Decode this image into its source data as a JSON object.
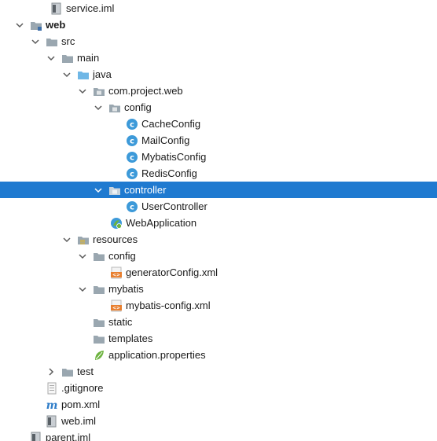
{
  "tree": {
    "items": [
      {
        "label": "service.iml",
        "icon": "iml-file-icon",
        "bold": false,
        "arrow": "none"
      },
      {
        "label": "web",
        "icon": "module-folder-icon",
        "bold": true,
        "arrow": "down"
      },
      {
        "label": "src",
        "icon": "folder-icon",
        "bold": false,
        "arrow": "down"
      },
      {
        "label": "main",
        "icon": "folder-icon",
        "bold": false,
        "arrow": "down"
      },
      {
        "label": "java",
        "icon": "source-folder-icon",
        "bold": false,
        "arrow": "down"
      },
      {
        "label": "com.project.web",
        "icon": "package-icon",
        "bold": false,
        "arrow": "down"
      },
      {
        "label": "config",
        "icon": "package-icon",
        "bold": false,
        "arrow": "down"
      },
      {
        "label": "CacheConfig",
        "icon": "class-icon",
        "bold": false,
        "arrow": "none"
      },
      {
        "label": "MailConfig",
        "icon": "class-icon",
        "bold": false,
        "arrow": "none"
      },
      {
        "label": "MybatisConfig",
        "icon": "class-icon",
        "bold": false,
        "arrow": "none"
      },
      {
        "label": "RedisConfig",
        "icon": "class-icon",
        "bold": false,
        "arrow": "none"
      },
      {
        "label": "controller",
        "icon": "package-icon",
        "bold": false,
        "arrow": "down",
        "selected": true
      },
      {
        "label": "UserController",
        "icon": "class-icon",
        "bold": false,
        "arrow": "none"
      },
      {
        "label": "WebApplication",
        "icon": "spring-boot-app-icon",
        "bold": false,
        "arrow": "none"
      },
      {
        "label": "resources",
        "icon": "resources-folder-icon",
        "bold": false,
        "arrow": "down"
      },
      {
        "label": "config",
        "icon": "folder-icon",
        "bold": false,
        "arrow": "down"
      },
      {
        "label": "generatorConfig.xml",
        "icon": "xml-file-icon",
        "bold": false,
        "arrow": "none"
      },
      {
        "label": "mybatis",
        "icon": "folder-icon",
        "bold": false,
        "arrow": "down"
      },
      {
        "label": "mybatis-config.xml",
        "icon": "xml-file-icon",
        "bold": false,
        "arrow": "none"
      },
      {
        "label": "static",
        "icon": "folder-icon",
        "bold": false,
        "arrow": "none"
      },
      {
        "label": "templates",
        "icon": "folder-icon",
        "bold": false,
        "arrow": "none"
      },
      {
        "label": "application.properties",
        "icon": "spring-properties-icon",
        "bold": false,
        "arrow": "none"
      },
      {
        "label": "test",
        "icon": "folder-icon",
        "bold": false,
        "arrow": "right"
      },
      {
        "label": ".gitignore",
        "icon": "text-file-icon",
        "bold": false,
        "arrow": "none"
      },
      {
        "label": "pom.xml",
        "icon": "maven-icon",
        "bold": false,
        "arrow": "none"
      },
      {
        "label": "web.iml",
        "icon": "iml-file-icon",
        "bold": false,
        "arrow": "none"
      },
      {
        "label": "parent.iml",
        "icon": "iml-file-icon",
        "bold": false,
        "arrow": "none"
      }
    ]
  },
  "colors": {
    "selection": "#1f7ad0",
    "folder": "#9aa7b0",
    "source_folder": "#6fb7e6",
    "class_circle": "#3d9ad9",
    "xml": "#e87f2f",
    "spring_green": "#6db33f",
    "maven": "#2f7dc8"
  }
}
